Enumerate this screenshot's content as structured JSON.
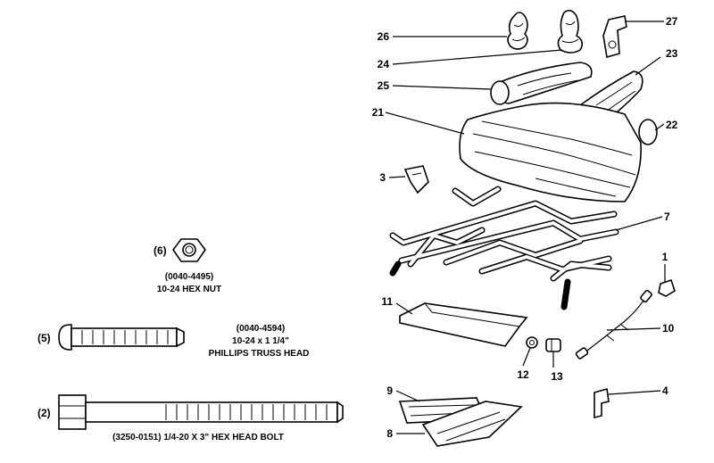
{
  "callouts": {
    "c26": "26",
    "c27": "27",
    "c24": "24",
    "c23": "23",
    "c25": "25",
    "c21": "21",
    "c22": "22",
    "c3": "3",
    "c7": "7",
    "c1": "1",
    "c11": "11",
    "c10": "10",
    "c12": "12",
    "c13": "13",
    "c4": "4",
    "c9": "9",
    "c8": "8"
  },
  "hardware": {
    "nut": {
      "ref": "(6)",
      "part_no": "(0040-4495)",
      "desc": "10-24 HEX NUT"
    },
    "screw": {
      "ref": "(5)",
      "part_no": "(0040-4594)",
      "desc": "10-24 x 1 1/4\"",
      "desc2": "PHILLIPS TRUSS HEAD"
    },
    "bolt": {
      "ref": "(2)",
      "caption": "(3250-0151) 1/4-20 X 3\" HEX HEAD BOLT"
    }
  }
}
